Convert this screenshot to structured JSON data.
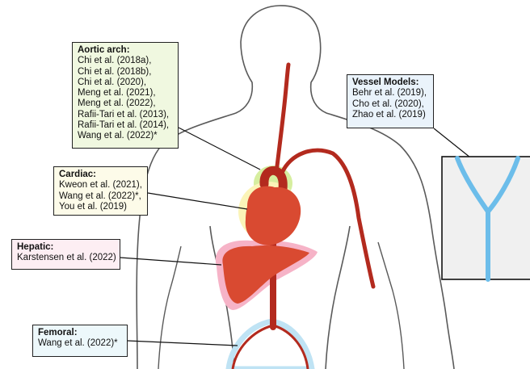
{
  "colors": {
    "outline": "#5a5a5a",
    "vessel": "#b32a1e",
    "organ": "#d94a31",
    "aortic_halo": "#d6ee9f",
    "cardiac_halo": "#fbf4b8",
    "hepatic_halo": "#f6b3c7",
    "femoral_halo": "#bfe3f4",
    "vessel_model_fill": "#f0f0f0",
    "vessel_model_stroke": "#6cbdea"
  },
  "callouts": {
    "aortic": {
      "title": "Aortic arch:",
      "refs": [
        "Chi et al. (2018a),",
        "Chi et al. (2018b),",
        "Chi et al. (2020),",
        "Meng et al. (2021),",
        "Meng et al. (2022),",
        "Rafii-Tari et al. (2013),",
        "Rafii-Tari et al. (2014),",
        "Wang et al. (2022)*"
      ]
    },
    "cardiac": {
      "title": "Cardiac:",
      "refs": [
        "Kweon et al. (2021),",
        "Wang et al. (2022)*,",
        "You et al. (2019)"
      ]
    },
    "hepatic": {
      "title": "Hepatic:",
      "refs": [
        "Karstensen et al. (2022)"
      ]
    },
    "femoral": {
      "title": "Femoral:",
      "refs": [
        "Wang et al. (2022)*"
      ]
    },
    "vessel_models": {
      "title": "Vessel Models:",
      "refs": [
        "Behr et al. (2019),",
        "Cho et al. (2020),",
        "Zhao et al. (2019)"
      ]
    }
  }
}
